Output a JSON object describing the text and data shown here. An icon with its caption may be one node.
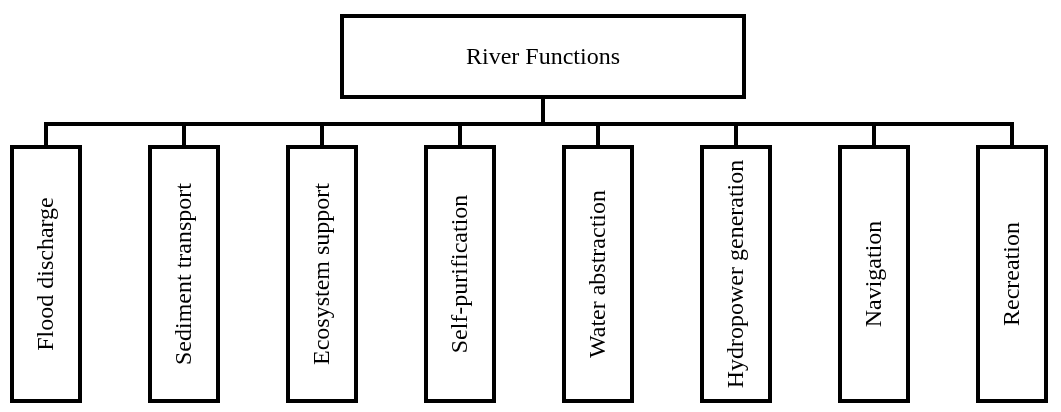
{
  "diagram": {
    "nodes": [
      {
        "text": [
          "River Functions"
        ]
      },
      {
        "text": [
          "Flood discharge"
        ]
      },
      {
        "text": [
          "Sediment transport"
        ]
      },
      {
        "text": [
          "Ecosystem support"
        ]
      },
      {
        "text": [
          "Self-purification"
        ]
      },
      {
        "text": [
          "Water abstraction"
        ]
      },
      {
        "text": [
          "Hydropower generation"
        ]
      },
      {
        "text": [
          "Navigation"
        ]
      },
      {
        "text": [
          "Recreation"
        ]
      }
    ],
    "edges": [
      {
        "from": 0,
        "to": 1,
        "arrow": "none"
      },
      {
        "from": 0,
        "to": 2,
        "arrow": "none"
      },
      {
        "from": 0,
        "to": 3,
        "arrow": "none"
      },
      {
        "from": 0,
        "to": 4,
        "arrow": "none"
      },
      {
        "from": 0,
        "to": 5,
        "arrow": "none"
      },
      {
        "from": 0,
        "to": 6,
        "arrow": "none"
      },
      {
        "from": 0,
        "to": 7,
        "arrow": "none"
      },
      {
        "from": 0,
        "to": 8,
        "arrow": "none"
      }
    ]
  }
}
